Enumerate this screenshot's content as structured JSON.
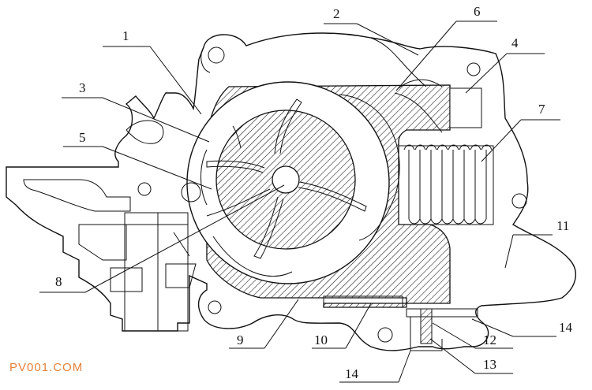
{
  "watermark": "PV001.COM",
  "callouts": [
    {
      "id": "1",
      "text": "1"
    },
    {
      "id": "2",
      "text": "2"
    },
    {
      "id": "3",
      "text": "3"
    },
    {
      "id": "4",
      "text": "4"
    },
    {
      "id": "5",
      "text": "5"
    },
    {
      "id": "6",
      "text": "6"
    },
    {
      "id": "7",
      "text": "7"
    },
    {
      "id": "8",
      "text": "8"
    },
    {
      "id": "9",
      "text": "9"
    },
    {
      "id": "10",
      "text": "10"
    },
    {
      "id": "11",
      "text": "11"
    },
    {
      "id": "12",
      "text": "12"
    },
    {
      "id": "13",
      "text": "13"
    },
    {
      "id": "14a",
      "text": "14"
    },
    {
      "id": "14b",
      "text": "14"
    }
  ]
}
